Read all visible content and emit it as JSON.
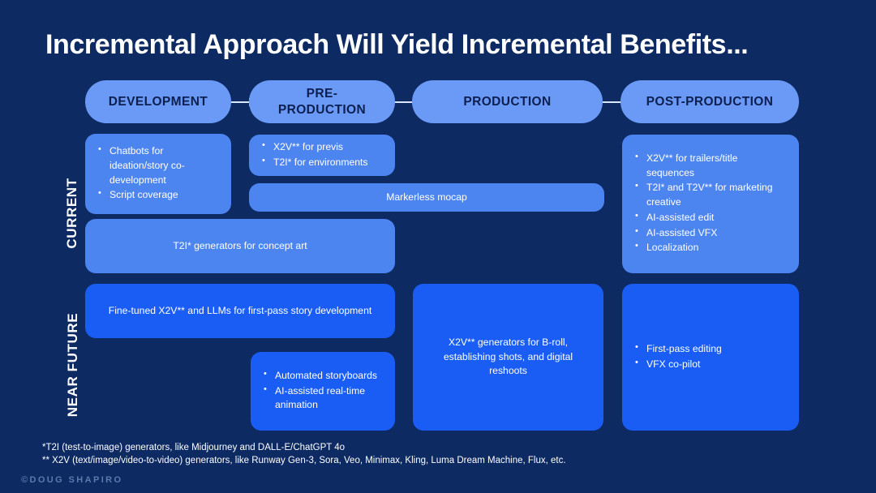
{
  "slide": {
    "title": "Incremental Approach Will Yield Incremental Benefits...",
    "background_color": "#0d2a63",
    "colors": {
      "background": "#0d2a63",
      "stage_pill": "#6a9af6",
      "current_box": "#4d85f0",
      "future_box": "#1a5df5",
      "arrow": "#dbe7ff",
      "title_text": "#ffffff",
      "pill_text": "#0d1f50",
      "copyright_text": "#5b79ab"
    }
  },
  "stages": [
    {
      "label": "DEVELOPMENT"
    },
    {
      "label": "PRE-\nPRODUCTION"
    },
    {
      "label": "PRODUCTION"
    },
    {
      "label": "POST-PRODUCTION"
    }
  ],
  "rows": [
    {
      "label": "CURRENT"
    },
    {
      "label": "NEAR FUTURE"
    }
  ],
  "current": {
    "development_box": {
      "items": [
        "Chatbots for ideation/story co-development",
        "Script coverage"
      ]
    },
    "preproduction_box": {
      "items": [
        "X2V** for previs",
        "T2I* for environments"
      ]
    },
    "mocap_box": {
      "text": "Markerless mocap"
    },
    "concept_art_box": {
      "text": "T2I* generators for concept art"
    },
    "postproduction_box": {
      "items": [
        "X2V** for trailers/title sequences",
        "T2I* and T2V** for marketing creative",
        "AI-assisted edit",
        "AI-assisted VFX",
        "Localization"
      ]
    }
  },
  "near_future": {
    "story_dev_box": {
      "text": "Fine-tuned X2V** and LLMs for first-pass story development"
    },
    "storyboards_box": {
      "items": [
        "Automated storyboards",
        "AI-assisted real-time animation"
      ]
    },
    "production_box": {
      "text": "X2V** generators for B-roll, establishing shots, and digital reshoots"
    },
    "postproduction_box": {
      "items": [
        "First-pass editing",
        "VFX co-pilot"
      ]
    }
  },
  "footnotes": [
    "*T2I (test-to-image) generators, like Midjourney and DALL-E/ChatGPT 4o",
    "** X2V (text/image/video-to-video) generators, like Runway Gen-3, Sora, Veo, Minimax, Kling, Luma Dream Machine, Flux, etc."
  ],
  "copyright": "©DOUG SHAPIRO"
}
